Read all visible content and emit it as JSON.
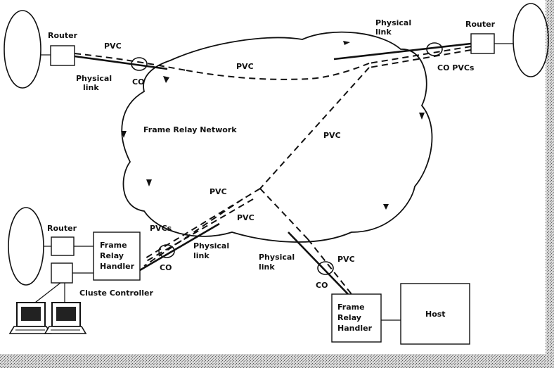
{
  "labels": {
    "network": "Frame Relay Network",
    "router_tl": "Router",
    "pvc_tl": "PVC",
    "phys_tl_1": "Physical",
    "phys_tl_2": "link",
    "co_tl": "CO",
    "pvc_top_mid": "PVC",
    "phys_tr_1": "Physical",
    "phys_tr_2": "link",
    "router_tr": "Router",
    "co_pvcs_tr": "CO PVCs",
    "pvc_right_mid": "PVC",
    "pvc_center": "PVC",
    "pvc_lower_center": "PVC",
    "router_bl": "Router",
    "pvcs_bl": "PVCs",
    "frh_bl_1": "Frame",
    "frh_bl_2": "Relay",
    "frh_bl_3": "Handler",
    "phys_bl_1": "Physical",
    "phys_bl_2": "link",
    "co_bl": "CO",
    "cluster": "Cluste Controller",
    "phys_br_1": "Physical",
    "phys_br_2": "link",
    "pvc_br": "PVC",
    "co_br": "CO",
    "frh_br_1": "Frame",
    "frh_br_2": "Relay",
    "frh_br_3": "Handler",
    "host": "Host"
  },
  "colors": {
    "ink": "#111111",
    "background": "#ffffff",
    "border_shade": "#9a9a9a"
  }
}
